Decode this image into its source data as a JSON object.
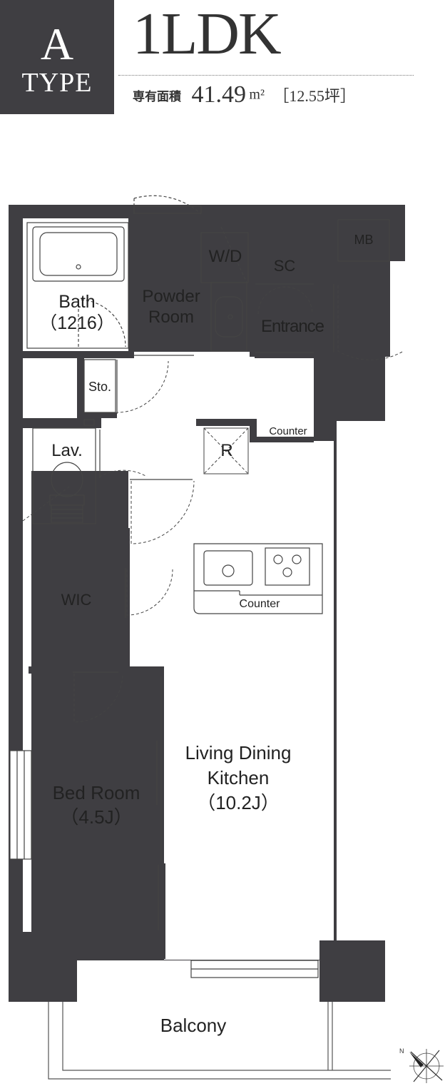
{
  "header": {
    "type_letter": "A",
    "type_word": "TYPE",
    "plan_type": "1LDK",
    "area_label": "専有面積",
    "area_value": "41.49",
    "area_unit": "m²",
    "area_tsubo": "［12.55坪］"
  },
  "rooms": {
    "bath": "Bath",
    "bath_size": "（1216）",
    "powder_1": "Powder",
    "powder_2": "Room",
    "wd": "W/D",
    "sc": "SC",
    "mb": "MB",
    "entrance": "Entrance",
    "storage": "Sto.",
    "counter_top": "Counter",
    "refrigerator": "R",
    "lavatory": "Lav.",
    "wic": "WIC",
    "counter_kitchen": "Counter",
    "ldk_1": "Living Dining",
    "ldk_2": "Kitchen",
    "ldk_size": "（10.2J）",
    "bedroom": "Bed Room",
    "bedroom_size": "（4.5J）",
    "balcony": "Balcony",
    "compass_north": "N"
  },
  "colors": {
    "badge": "#3f3e42",
    "wall": "#3f3e42",
    "line": "#444444"
  }
}
